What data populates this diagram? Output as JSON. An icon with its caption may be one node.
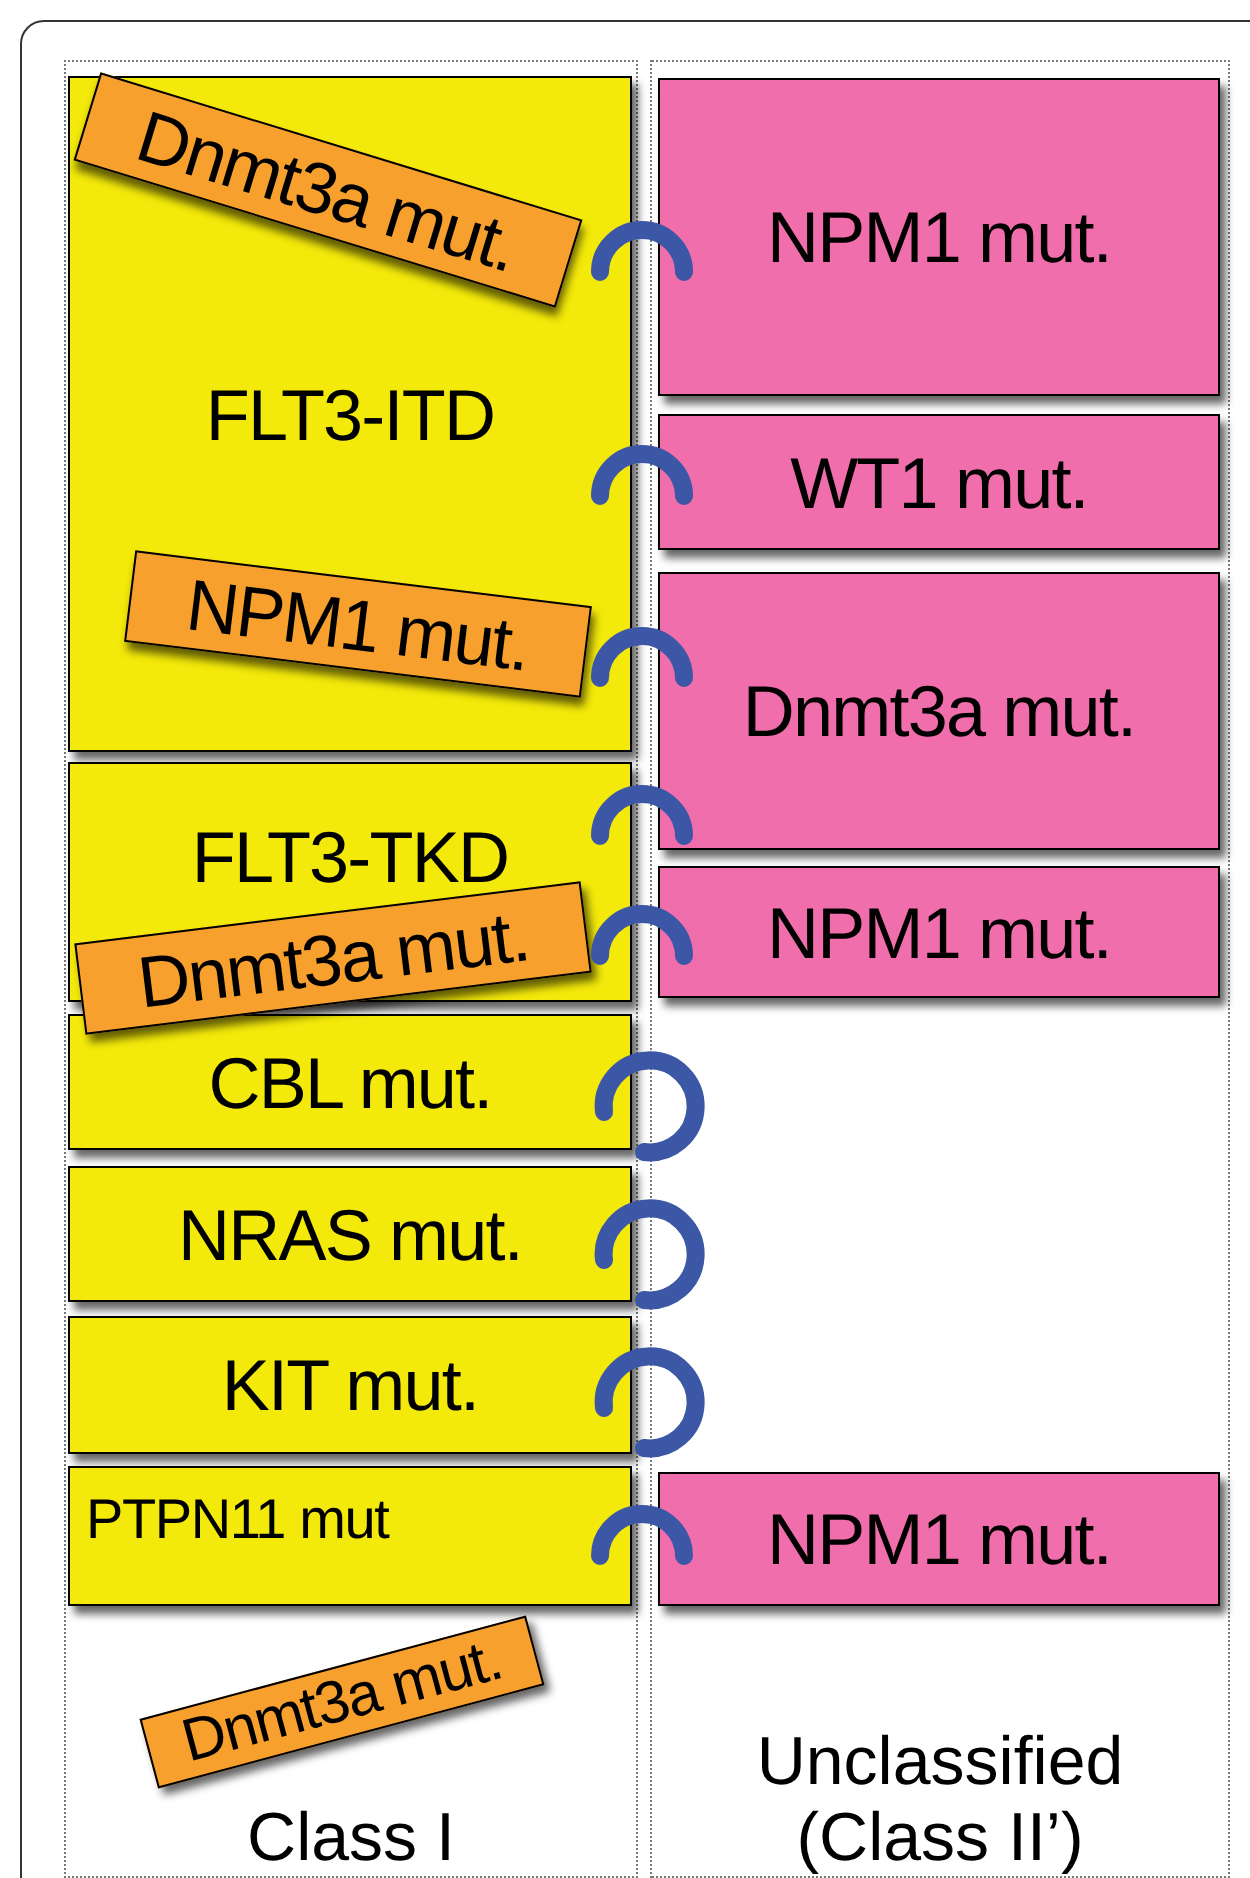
{
  "diagram": {
    "nodes": [
      {
        "text": [
          "Class I"
        ]
      },
      {
        "text": [
          "Unclassified (Class II’)"
        ]
      },
      {
        "text": [
          "FLT3-ITD"
        ],
        "in": 0
      },
      {
        "text": [
          "FLT3-TKD"
        ],
        "in": 0
      },
      {
        "text": [
          "CBL mut."
        ],
        "in": 0
      },
      {
        "text": [
          "NRAS mut."
        ],
        "in": 0
      },
      {
        "text": [
          "KIT mut."
        ],
        "in": 0
      },
      {
        "text": [
          "PTPN11 mut"
        ],
        "in": 0
      },
      {
        "text": [
          "Dnmt3a mut."
        ],
        "in": 2
      },
      {
        "text": [
          "NPM1 mut."
        ],
        "in": 2
      },
      {
        "text": [
          "Dnmt3a mut."
        ],
        "in": 0
      },
      {
        "text": [
          "Dnmt3a mut."
        ],
        "in": 0
      },
      {
        "text": [
          "NPM1 mut."
        ],
        "in": 1
      },
      {
        "text": [
          "WT1 mut."
        ],
        "in": 1
      },
      {
        "text": [
          "Dnmt3a mut."
        ],
        "in": 1
      },
      {
        "text": [
          "NPM1 mut."
        ],
        "in": 1
      },
      {
        "text": [
          "NPM1 mut."
        ],
        "in": 1
      }
    ]
  }
}
